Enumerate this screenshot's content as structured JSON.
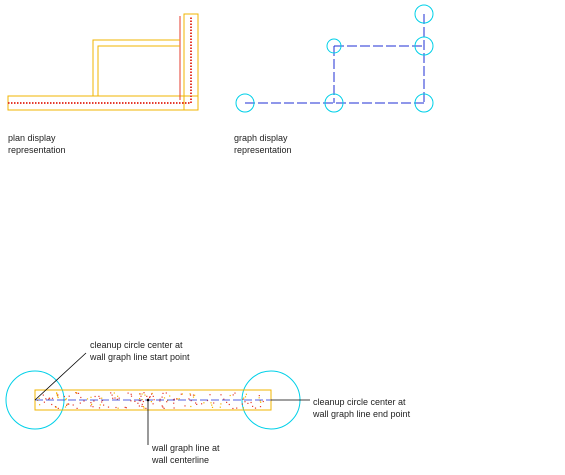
{
  "plan_caption": [
    "plan display",
    "representation"
  ],
  "graph_caption": [
    "graph display",
    "representation"
  ],
  "callout_start": [
    "cleanup circle center at",
    "wall graph line start point"
  ],
  "callout_end": [
    "cleanup circle center at",
    "wall graph line end point"
  ],
  "callout_centerline": [
    "wall graph line at",
    "wall centerline"
  ],
  "colors": {
    "wall_outline": "#f2b400",
    "wall_hatch": "#e53b2e",
    "graph_line": "#1f2fd6",
    "cleanup_circle": "#00d0e8",
    "leader": "#000000",
    "text": "#222222"
  }
}
